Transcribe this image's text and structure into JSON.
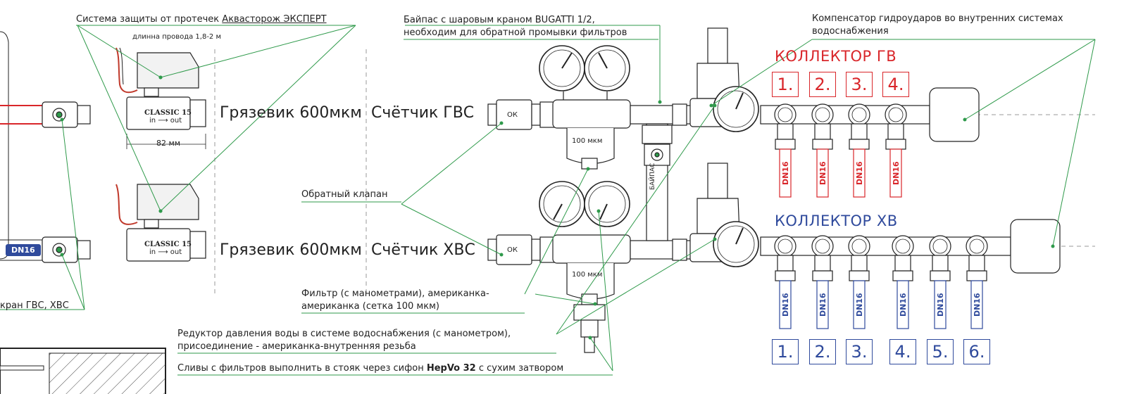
{
  "labels": {
    "aquaguard_prefix": "Система защиты от протечек ",
    "aquaguard_brand": "Аквасторож ЭКСПЕРТ",
    "wire_length": "длинна провода 1,8-2 м",
    "valve_size": "82 мм",
    "valve_brand": "CLASSIC 15",
    "valve_dir": "in ⟶ out",
    "bypass_line1": "Байпас с шаровым краном BUGATTI 1/2,",
    "bypass_line2": "необходим для обратной промывки фильтров",
    "compensator_line1": "Компенсатор гидроударов во внутренних системах",
    "compensator_line2": "водоснабжения",
    "check_valve": "Обратный клапан",
    "filter_line1": "Фильтр (с манометрами), американка-",
    "filter_line2": "американка (сетка 100 мкм)",
    "reducer_line1": "Редуктор давления воды в системе водоснабжения (с манометром),",
    "reducer_line2": "присоединение - американка-внутренняя резьба",
    "drain_prefix": "Сливы с фильтров выполнить в стояк через сифон ",
    "drain_bold": "HepVo 32",
    "drain_suffix": " с сухим затвором",
    "crane": "кран ГВС, ХВС",
    "dn16": "DN16",
    "mesh": "100 мкм",
    "ok": "ОК",
    "bypass_vertical": "БАЙПАС"
  },
  "rows": {
    "hot": {
      "mud": "Грязевик 600мкм",
      "meter": "Счётчик ГВС"
    },
    "cold": {
      "mud": "Грязевик 600мкм",
      "meter": "Счётчик ХВС"
    }
  },
  "collectors": {
    "hot": {
      "title": "КОЛЛЕКТОР ГВ",
      "numbers": [
        "1.",
        "2.",
        "3.",
        "4."
      ],
      "color": "#d9262a"
    },
    "cold": {
      "title": "КОЛЛЕКТОР ХВ",
      "numbers": [
        "1.",
        "2.",
        "3.",
        "4.",
        "5.",
        "6."
      ],
      "color": "#2f4a9c"
    }
  },
  "colors": {
    "leader": "#2f9a4b",
    "line": "#222222",
    "dash": "#9a9a9a"
  }
}
